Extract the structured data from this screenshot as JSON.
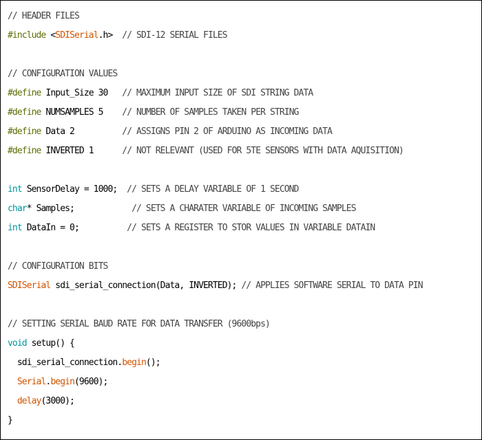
{
  "editor": {
    "lines": [
      [
        [
          "comment",
          "// HEADER FILES"
        ]
      ],
      [
        [
          "pre",
          "#include"
        ],
        [
          "plain",
          " <"
        ],
        [
          "class",
          "SDISerial"
        ],
        [
          "plain",
          ".h>  "
        ],
        [
          "comment",
          "// SDI-12 SERIAL FILES"
        ]
      ],
      [],
      [
        [
          "comment",
          "// CONFIGURATION VALUES"
        ]
      ],
      [
        [
          "pre",
          "#define"
        ],
        [
          "plain",
          " Input_Size 30   "
        ],
        [
          "comment",
          "// MAXIMUM INPUT SIZE OF SDI STRING DATA"
        ]
      ],
      [
        [
          "pre",
          "#define"
        ],
        [
          "plain",
          " NUMSAMPLES 5    "
        ],
        [
          "comment",
          "// NUMBER OF SAMPLES TAKEN PER STRING"
        ]
      ],
      [
        [
          "pre",
          "#define"
        ],
        [
          "plain",
          " Data 2          "
        ],
        [
          "comment",
          "// ASSIGNS PIN 2 OF ARDUINO AS INCOMING DATA"
        ]
      ],
      [
        [
          "pre",
          "#define"
        ],
        [
          "plain",
          " INVERTED 1      "
        ],
        [
          "comment",
          "// NOT RELEVANT (USED FOR 5TE SENSORS WITH DATA AQUISITION)"
        ]
      ],
      [],
      [
        [
          "type",
          "int"
        ],
        [
          "plain",
          " SensorDelay = 1000;  "
        ],
        [
          "comment",
          "// SETS A DELAY VARIABLE OF 1 SECOND"
        ]
      ],
      [
        [
          "type",
          "char"
        ],
        [
          "plain",
          "* Samples;            "
        ],
        [
          "comment",
          "// SETS A CHARATER VARIABLE OF INCOMING SAMPLES"
        ]
      ],
      [
        [
          "type",
          "int"
        ],
        [
          "plain",
          " DataIn = 0;          "
        ],
        [
          "comment",
          "// SETS A REGISTER TO STOR VALUES IN VARIABLE DATAIN"
        ]
      ],
      [],
      [
        [
          "comment",
          "// CONFIGURATION BITS"
        ]
      ],
      [
        [
          "class",
          "SDISerial"
        ],
        [
          "plain",
          " sdi_serial_connection(Data, INVERTED); "
        ],
        [
          "comment",
          "// APPLIES SOFTWARE SERIAL TO DATA PIN"
        ]
      ],
      [],
      [
        [
          "comment",
          "// SETTING SERIAL BAUD RATE FOR DATA TRANSFER (9600bps)"
        ]
      ],
      [
        [
          "type",
          "void"
        ],
        [
          "plain",
          " setup() {"
        ]
      ],
      [
        [
          "plain",
          "  sdi_serial_connection."
        ],
        [
          "func",
          "begin"
        ],
        [
          "plain",
          "();"
        ]
      ],
      [
        [
          "plain",
          "  "
        ],
        [
          "class",
          "Serial"
        ],
        [
          "plain",
          "."
        ],
        [
          "func",
          "begin"
        ],
        [
          "plain",
          "(9600);"
        ]
      ],
      [
        [
          "plain",
          "  "
        ],
        [
          "func",
          "delay"
        ],
        [
          "plain",
          "(3000);"
        ]
      ],
      [
        [
          "plain",
          "}"
        ]
      ]
    ]
  }
}
